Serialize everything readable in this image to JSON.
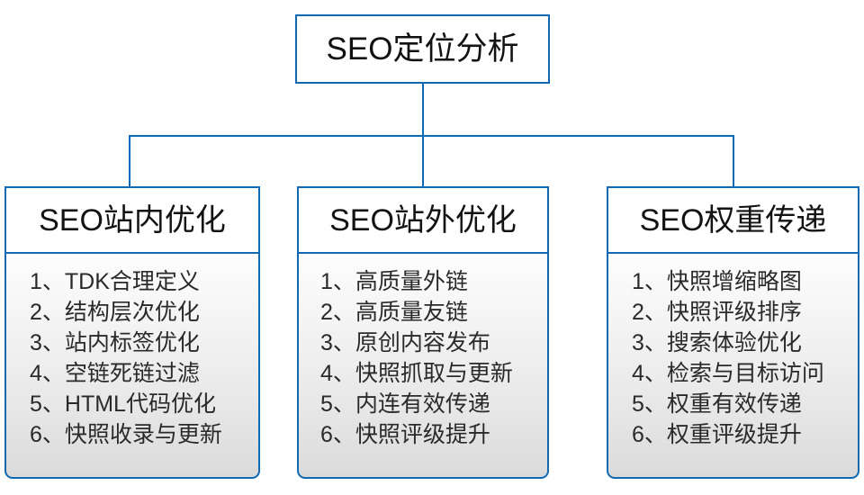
{
  "diagram": {
    "type": "org-chart",
    "title": "SEO定位分析",
    "root": {
      "label": "SEO定位分析"
    },
    "branches": [
      {
        "header": "SEO站内优化",
        "items": [
          "1、TDK合理定义",
          "2、结构层次优化",
          "3、站内标签优化",
          "4、空链死链过滤",
          "5、HTML代码优化",
          "6、快照收录与更新"
        ]
      },
      {
        "header": "SEO站外优化",
        "items": [
          "1、高质量外链",
          "2、高质量友链",
          "3、原创内容发布",
          "4、快照抓取与更新",
          "5、内连有效传递",
          "6、快照评级提升"
        ]
      },
      {
        "header": "SEO权重传递",
        "items": [
          "1、快照增缩略图",
          "2、快照评级排序",
          "3、搜索体验优化",
          "4、检索与目标访问",
          "5、权重有效传递",
          "6、权重评级提升"
        ]
      }
    ],
    "colors": {
      "border": "#1169b4",
      "connector": "#0c6ab6",
      "box_fill": "#ffffff",
      "body_fill_top": "#fdfdfd",
      "body_fill_bottom": "#dadada",
      "title_text": "#121212",
      "item_text": "#2a2a2a"
    }
  }
}
